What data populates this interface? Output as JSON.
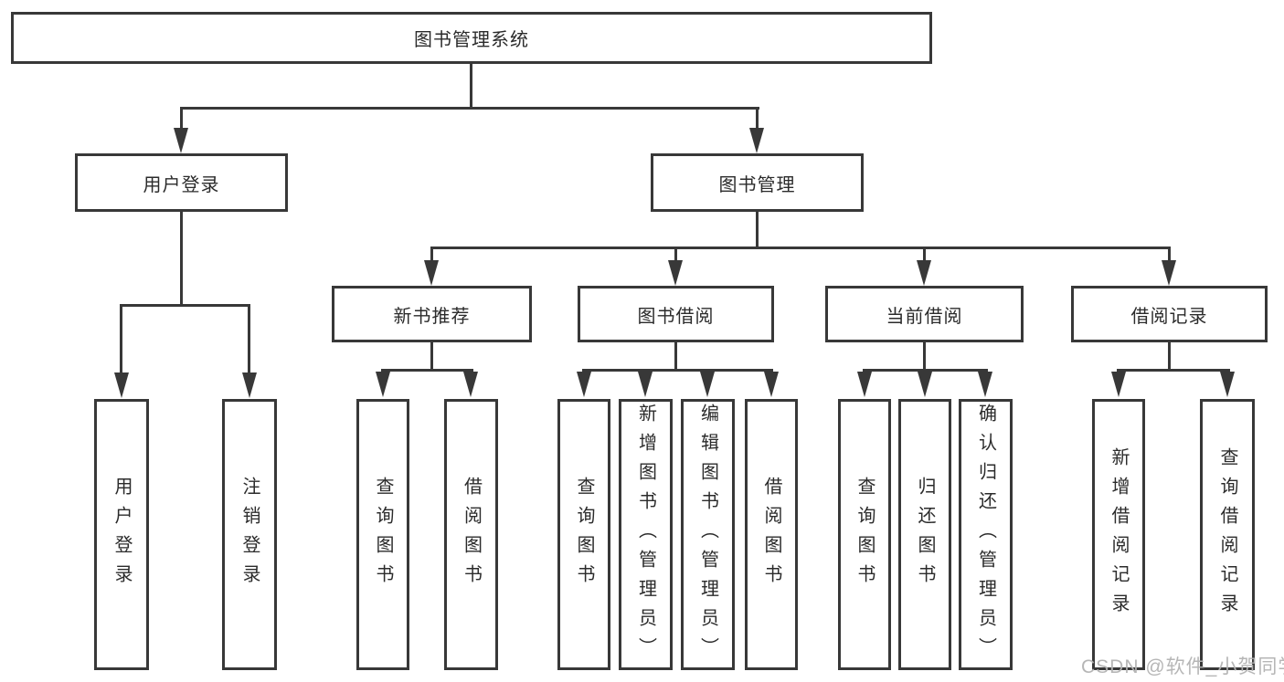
{
  "colors": {
    "line": "#383838",
    "text": "#2b2b2b",
    "background": "#ffffff",
    "watermark_gray": "#b2b2b2"
  },
  "watermark": {
    "text": "CSDN @软件_小贺同学"
  },
  "tree": {
    "label": "图书管理系统",
    "children": [
      {
        "label": "用户登录",
        "children": [
          {
            "label": "用户登录"
          },
          {
            "label": "注销登录"
          }
        ]
      },
      {
        "label": "图书管理",
        "children": [
          {
            "label": "新书推荐",
            "children": [
              {
                "label": "查询图书"
              },
              {
                "label": "借阅图书"
              }
            ]
          },
          {
            "label": "图书借阅",
            "children": [
              {
                "label": "查询图书"
              },
              {
                "label": "新增图书（管理员）"
              },
              {
                "label": "编辑图书（管理员）"
              },
              {
                "label": "借阅图书"
              }
            ]
          },
          {
            "label": "当前借阅",
            "children": [
              {
                "label": "查询图书"
              },
              {
                "label": "归还图书"
              },
              {
                "label": "确认归还（管理员）"
              }
            ]
          },
          {
            "label": "借阅记录",
            "children": [
              {
                "label": "新增借阅记录"
              },
              {
                "label": "查询借阅记录"
              }
            ]
          }
        ]
      }
    ]
  }
}
